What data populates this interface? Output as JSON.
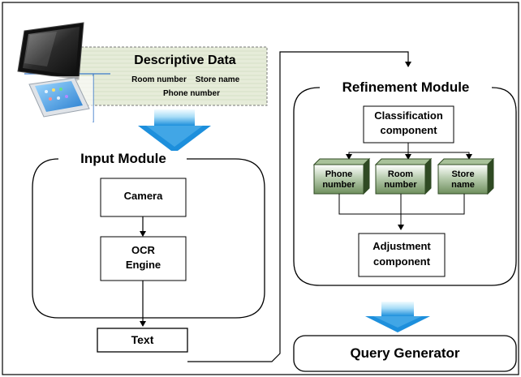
{
  "descriptive_data": {
    "title": "Descriptive Data",
    "fields": [
      "Room number",
      "Store name",
      "Phone number"
    ]
  },
  "input_module": {
    "title": "Input Module",
    "camera": "Camera",
    "ocr_engine": [
      "OCR",
      "Engine"
    ]
  },
  "text_box": "Text",
  "refinement_module": {
    "title": "Refinement Module",
    "classification": [
      "Classification",
      "component"
    ],
    "categories": [
      {
        "line1": "Phone",
        "line2": "number"
      },
      {
        "line1": "Room",
        "line2": "number"
      },
      {
        "line1": "Store",
        "line2": "name"
      }
    ],
    "adjustment": [
      "Adjustment",
      "component"
    ]
  },
  "query_generator": "Query Generator",
  "colors": {
    "arrow_blue": "#1d8fdc",
    "arrow_light": "#cfeefe",
    "data_panel": "#e6ecd9",
    "category_box_top": "#8aa777",
    "category_box_dark": "#2f4a23"
  },
  "icons": [
    "tablet-icon",
    "smartphone-icon"
  ]
}
